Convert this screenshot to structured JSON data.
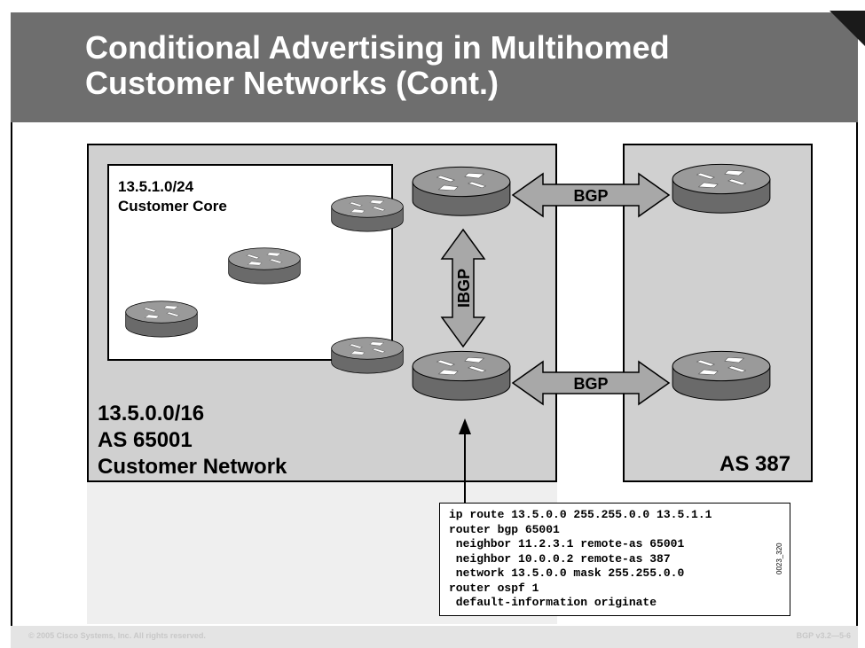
{
  "slide": {
    "title": "Conditional Advertising in Multihomed Customer Networks (Cont.)",
    "footer_left": "© 2005 Cisco Systems, Inc. All rights reserved.",
    "footer_right": "BGP v3.2—5-6"
  },
  "diagram": {
    "customer_network": {
      "lines": [
        "13.5.0.0/16",
        "AS 65001",
        "Customer Network"
      ]
    },
    "customer_core": {
      "lines": [
        "13.5.1.0/24",
        "Customer Core"
      ]
    },
    "provider": {
      "label": "AS 387"
    },
    "links": {
      "bgp_top": "BGP",
      "bgp_bottom": "BGP",
      "ibgp": "IBGP"
    },
    "icons": [
      "router-icon"
    ],
    "colors": {
      "network_fill": "#d0d0d0",
      "router_fill": "#7a7a7a",
      "arrow_fill": "#a8a8a8",
      "title_bar": "#6e6e6e"
    }
  },
  "config": {
    "lines": [
      "ip route 13.5.0.0 255.255.0.0 13.5.1.1",
      "router bgp 65001",
      " neighbor 11.2.3.1 remote-as 65001",
      " neighbor 10.0.0.2 remote-as 387",
      " network 13.5.0.0 mask 255.255.0.0",
      "router ospf 1",
      " default-information originate"
    ],
    "figure_code": "0023_320"
  }
}
